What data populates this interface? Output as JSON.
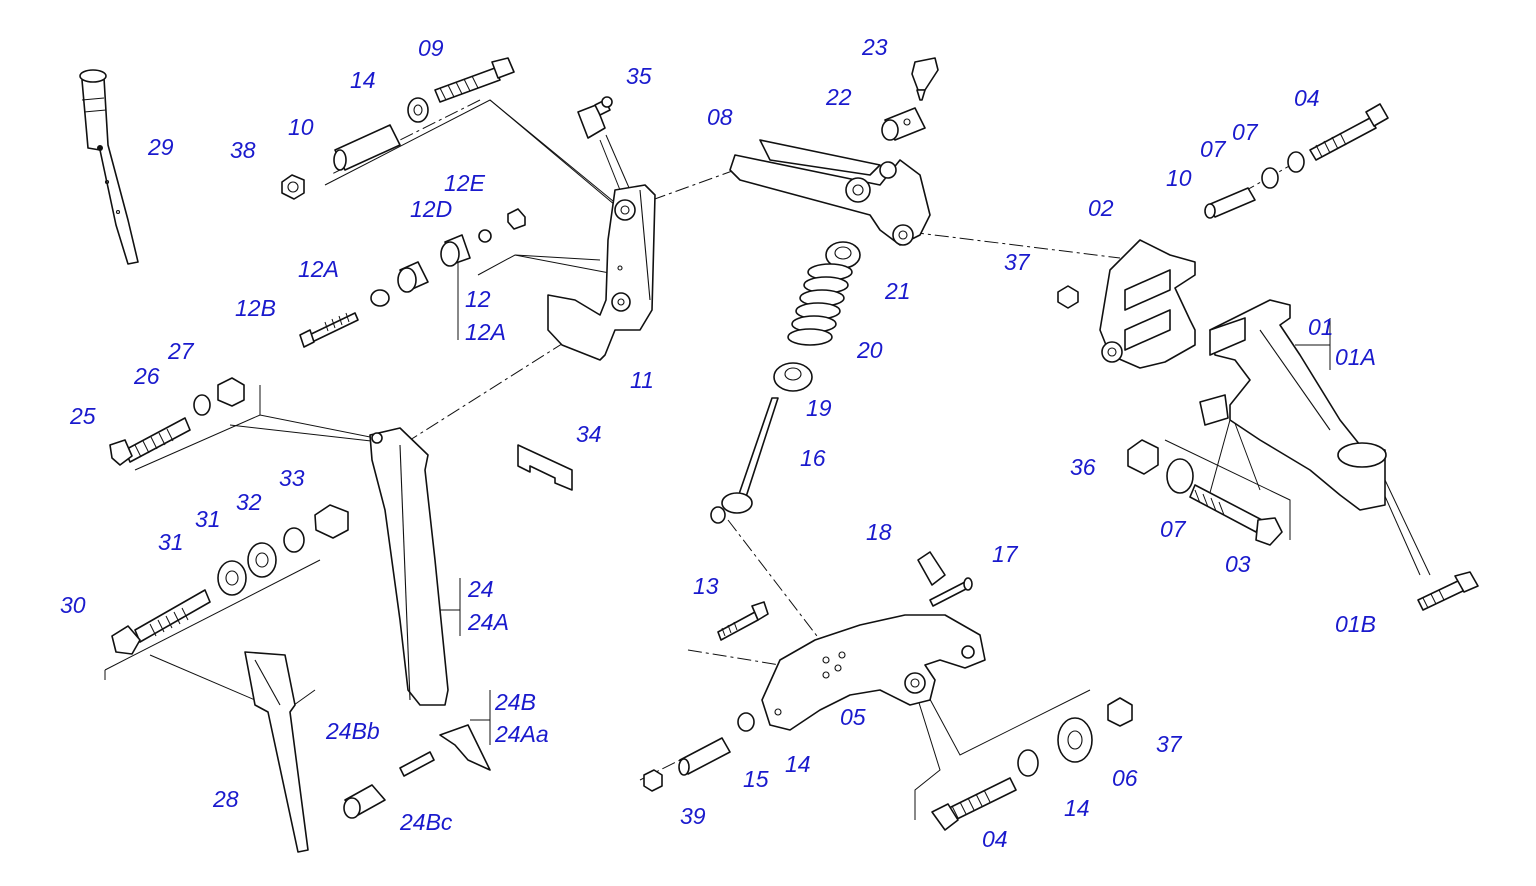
{
  "diagram": {
    "label_color": "#1a1acd",
    "line_color": "#111111",
    "labels": {
      "p01": "01",
      "p01A": "01A",
      "p01B": "01B",
      "p02": "02",
      "p03": "03",
      "p04a": "04",
      "p04b": "04",
      "p05": "05",
      "p06": "06",
      "p07a": "07",
      "p07b": "07",
      "p07c": "07",
      "p08": "08",
      "p09": "09",
      "p10a": "10",
      "p10b": "10",
      "p11": "11",
      "p12": "12",
      "p12A1": "12A",
      "p12A2": "12A",
      "p12B": "12B",
      "p12D": "12D",
      "p12E": "12E",
      "p13": "13",
      "p14a": "14",
      "p14b": "14",
      "p14c": "14",
      "p15": "15",
      "p16": "16",
      "p17": "17",
      "p18": "18",
      "p19": "19",
      "p20": "20",
      "p21": "21",
      "p22": "22",
      "p23": "23",
      "p24": "24",
      "p24A": "24A",
      "p24B": "24B",
      "p24Aa": "24Aa",
      "p24Bb": "24Bb",
      "p24Bc": "24Bc",
      "p25": "25",
      "p26": "26",
      "p27": "27",
      "p28": "28",
      "p29": "29",
      "p30": "30",
      "p31a": "31",
      "p31b": "31",
      "p32": "32",
      "p33": "33",
      "p34": "34",
      "p35": "35",
      "p36": "36",
      "p37a": "37",
      "p37b": "37",
      "p38": "38",
      "p39": "39"
    }
  }
}
